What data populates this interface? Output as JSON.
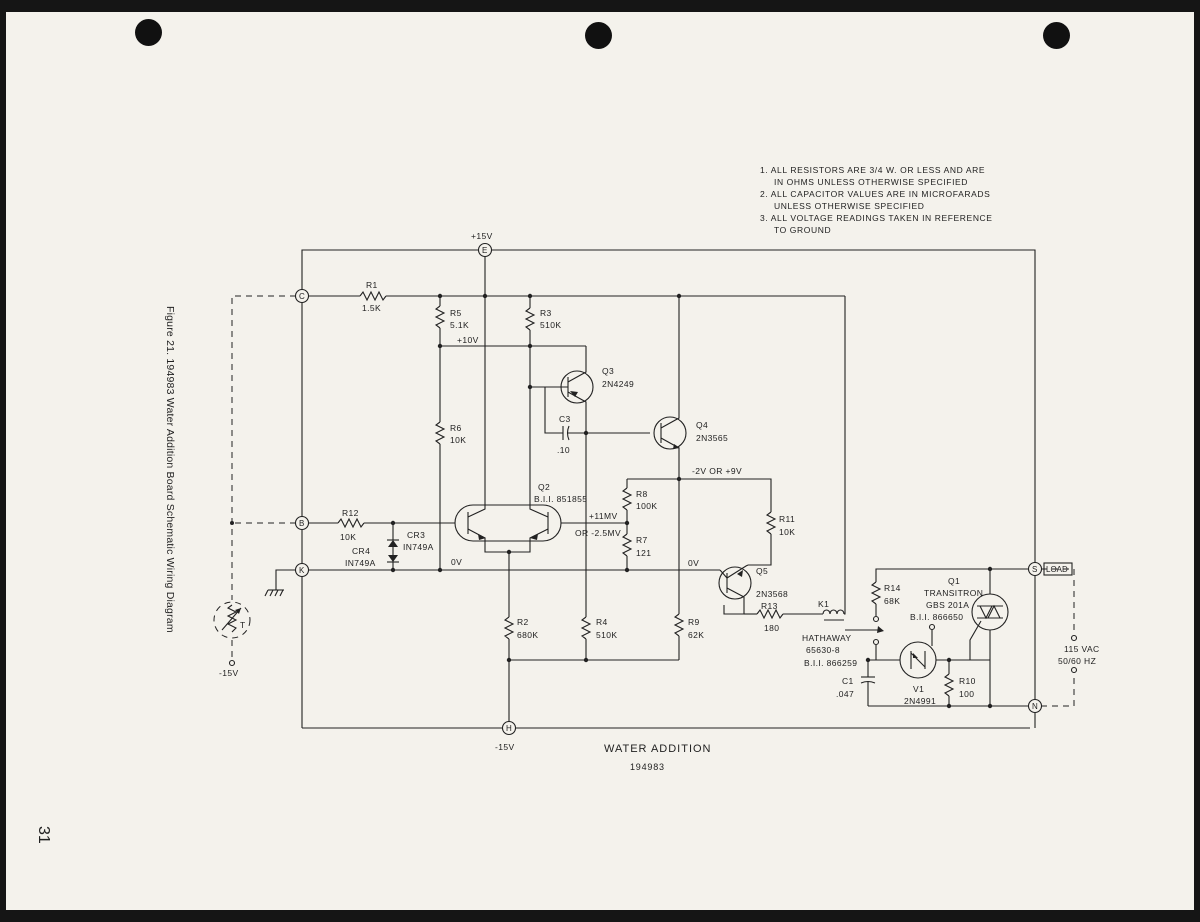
{
  "figure_caption": "Figure 21. 194983 Water Addition Board Schematic Wiring Diagram",
  "page_number": "31",
  "notes": [
    "1. ALL RESISTORS ARE 3/4 W. OR LESS AND ARE",
    "IN OHMS UNLESS OTHERWISE SPECIFIED",
    "2. ALL CAPACITOR VALUES ARE IN MICROFARADS",
    "UNLESS OTHERWISE SPECIFIED",
    "3. ALL VOLTAGE READINGS TAKEN IN REFERENCE",
    "TO GROUND"
  ],
  "title": "WATER ADDITION",
  "subtitle": "194983",
  "terminals": {
    "E": "E",
    "C": "C",
    "B": "B",
    "K": "K",
    "H": "H",
    "S": "S",
    "N": "N"
  },
  "voltages": {
    "plus15": "+15V",
    "minus15_h": "-15V",
    "minus15_t": "-15V",
    "plus10": "+10V",
    "q4_out": "-2V OR +9V",
    "plus11mv": "+11MV",
    "minus25mv": "OR -2.5MV",
    "zero_left": "0V",
    "zero_right": "0V"
  },
  "components": {
    "R1": {
      "ref": "R1",
      "val": "1.5K"
    },
    "R2": {
      "ref": "R2",
      "val": "680K"
    },
    "R3": {
      "ref": "R3",
      "val": "510K"
    },
    "R4": {
      "ref": "R4",
      "val": "510K"
    },
    "R5": {
      "ref": "R5",
      "val": "5.1K"
    },
    "R6": {
      "ref": "R6",
      "val": "10K"
    },
    "R7": {
      "ref": "R7",
      "val": "121"
    },
    "R8": {
      "ref": "R8",
      "val": "100K"
    },
    "R9": {
      "ref": "R9",
      "val": "62K"
    },
    "R10": {
      "ref": "R10",
      "val": "100"
    },
    "R11": {
      "ref": "R11",
      "val": "10K"
    },
    "R12": {
      "ref": "R12",
      "val": "10K"
    },
    "R13": {
      "ref": "R13",
      "val": "180"
    },
    "R14": {
      "ref": "R14",
      "val": "68K"
    },
    "C1": {
      "ref": "C1",
      "val": ".047"
    },
    "C3": {
      "ref": "C3",
      "val": ".10"
    },
    "CR3": {
      "ref": "CR3",
      "val": "IN749A"
    },
    "CR4": {
      "ref": "CR4",
      "val": "IN749A"
    },
    "Q2": {
      "ref": "Q2",
      "val": "B.I.I. 851855"
    },
    "Q3": {
      "ref": "Q3",
      "val": "2N4249"
    },
    "Q4": {
      "ref": "Q4",
      "val": "2N3565"
    },
    "Q5": {
      "ref": "Q5",
      "val": "2N3568"
    },
    "Q1": {
      "ref": "Q1",
      "val1": "TRANSITRON",
      "val2": "GBS 201A",
      "val3": "B.I.I. 866650"
    },
    "V1": {
      "ref": "V1",
      "val": "2N4991"
    },
    "K1": {
      "ref": "K1",
      "val1": "HATHAWAY",
      "val2": "65630-8",
      "val3": "B.I.I. 866259"
    },
    "T": {
      "ref": "T"
    }
  },
  "load": "LOAD",
  "ac": {
    "line1": "115 VAC",
    "line2": "50/60 HZ"
  }
}
